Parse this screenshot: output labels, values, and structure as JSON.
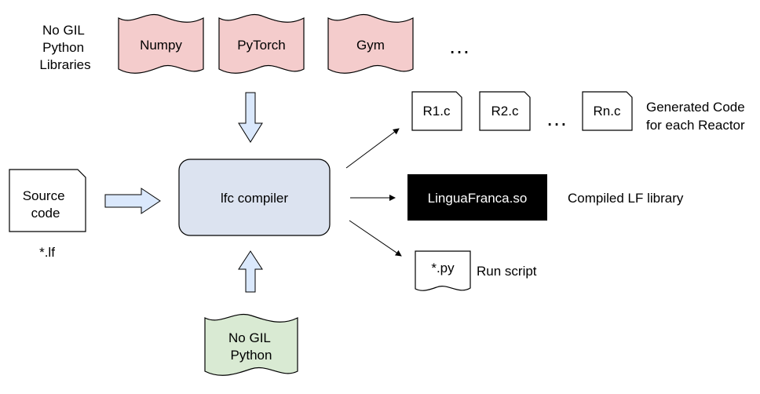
{
  "libraries": {
    "caption_lines": [
      "No GIL",
      "Python",
      "Libraries"
    ],
    "items": [
      "Numpy",
      "PyTorch",
      "Gym"
    ],
    "more": "…"
  },
  "source": {
    "label_lines": [
      "Source",
      "code"
    ],
    "extension": "*.lf"
  },
  "compiler": {
    "label": "lfc compiler"
  },
  "python": {
    "label_lines": [
      "No GIL",
      "Python"
    ]
  },
  "outputs": {
    "reactor_files": [
      "R1.c",
      "R2.c",
      "Rn.c"
    ],
    "more": "…",
    "generated_caption_lines": [
      "Generated Code",
      "for each Reactor"
    ],
    "library_file": "LinguaFranca.so",
    "library_caption": "Compiled LF library",
    "script_file": "*.py",
    "script_caption": "Run script"
  },
  "colors": {
    "library_fill": "#f4cccc",
    "python_fill": "#d9ead3",
    "compiler_fill": "#dce3f0",
    "arrow_fill": "#dae8fc",
    "so_fill": "#000000",
    "so_text": "#ffffff"
  }
}
